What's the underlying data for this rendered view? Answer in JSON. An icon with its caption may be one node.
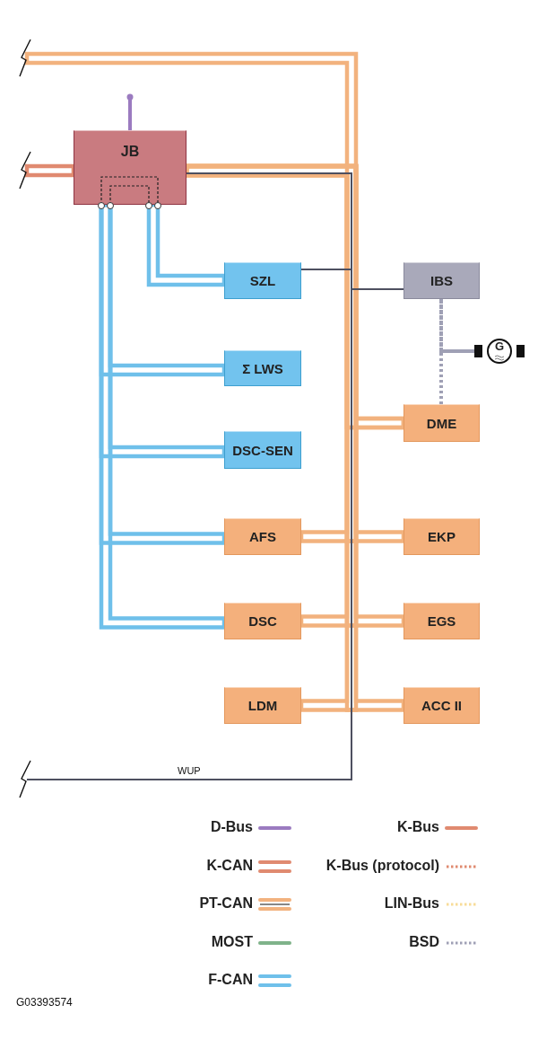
{
  "diagram": {
    "nodes": [
      {
        "text": [
          "JB"
        ]
      },
      {
        "text": [
          "SZL"
        ]
      },
      {
        "text": [
          "IBS"
        ]
      },
      {
        "text": [
          "Σ LWS"
        ]
      },
      {
        "text": [
          "DSC-SEN"
        ]
      },
      {
        "text": [
          "DME"
        ]
      },
      {
        "text": [
          "AFS"
        ]
      },
      {
        "text": [
          "EKP"
        ]
      },
      {
        "text": [
          "DSC"
        ]
      },
      {
        "text": [
          "EGS"
        ]
      },
      {
        "text": [
          "LDM"
        ]
      },
      {
        "text": [
          "ACC II"
        ]
      },
      {
        "text": [
          "G"
        ]
      }
    ],
    "edges": [
      {
        "from": null,
        "to": 0,
        "arrow": "none",
        "color": "#e08a70"
      },
      {
        "from": 0,
        "to": null,
        "arrow": "other",
        "color": "#9b7bc0"
      },
      {
        "from": null,
        "to": 5,
        "arrow": "none"
      },
      {
        "from": 0,
        "to": 5,
        "arrow": "none"
      },
      {
        "from": 0,
        "to": 6,
        "arrow": "none"
      },
      {
        "from": 0,
        "to": 7,
        "arrow": "none"
      },
      {
        "from": 0,
        "to": 8,
        "arrow": "none"
      },
      {
        "from": 0,
        "to": 9,
        "arrow": "none"
      },
      {
        "from": 0,
        "to": 10,
        "arrow": "none"
      },
      {
        "from": 0,
        "to": 11,
        "arrow": "none"
      },
      {
        "from": 0,
        "to": 1,
        "arrow": "none",
        "color": "#6fc0ea"
      },
      {
        "from": 0,
        "to": 3,
        "arrow": "none",
        "color": "#6fc0ea"
      },
      {
        "from": 0,
        "to": 4,
        "arrow": "none",
        "color": "#6fc0ea"
      },
      {
        "from": 0,
        "to": 6,
        "arrow": "none",
        "color": "#6fc0ea"
      },
      {
        "from": 0,
        "to": 8,
        "arrow": "none",
        "color": "#6fc0ea"
      },
      {
        "from": 0,
        "to": 1,
        "arrow": "none",
        "color": "#4e5060"
      },
      {
        "from": 0,
        "to": 2,
        "arrow": "none",
        "color": "#4e5060"
      },
      {
        "from": null,
        "to": 0,
        "arrow": "none",
        "color": "#4e5060",
        "label": "WUP"
      },
      {
        "from": 2,
        "to": 5,
        "arrow": "none",
        "style": "dashed",
        "color": "#9fa0b5"
      },
      {
        "from": 12,
        "to": 2,
        "arrow": "none",
        "style": "dashed",
        "color": "#9fa0b5"
      },
      {
        "from": 12,
        "to": 5,
        "arrow": "none",
        "style": "dashed",
        "color": "#9fa0b5"
      }
    ],
    "labels": [
      "G03393574"
    ],
    "legend": [
      {
        "text": "D-Bus"
      },
      {
        "text": "K-CAN"
      },
      {
        "text": "PT-CAN"
      },
      {
        "text": "MOST"
      },
      {
        "text": "F-CAN"
      },
      {
        "text": "K-Bus"
      },
      {
        "text": "K-Bus (protocol)"
      },
      {
        "text": "LIN-Bus"
      },
      {
        "text": "BSD"
      }
    ]
  }
}
